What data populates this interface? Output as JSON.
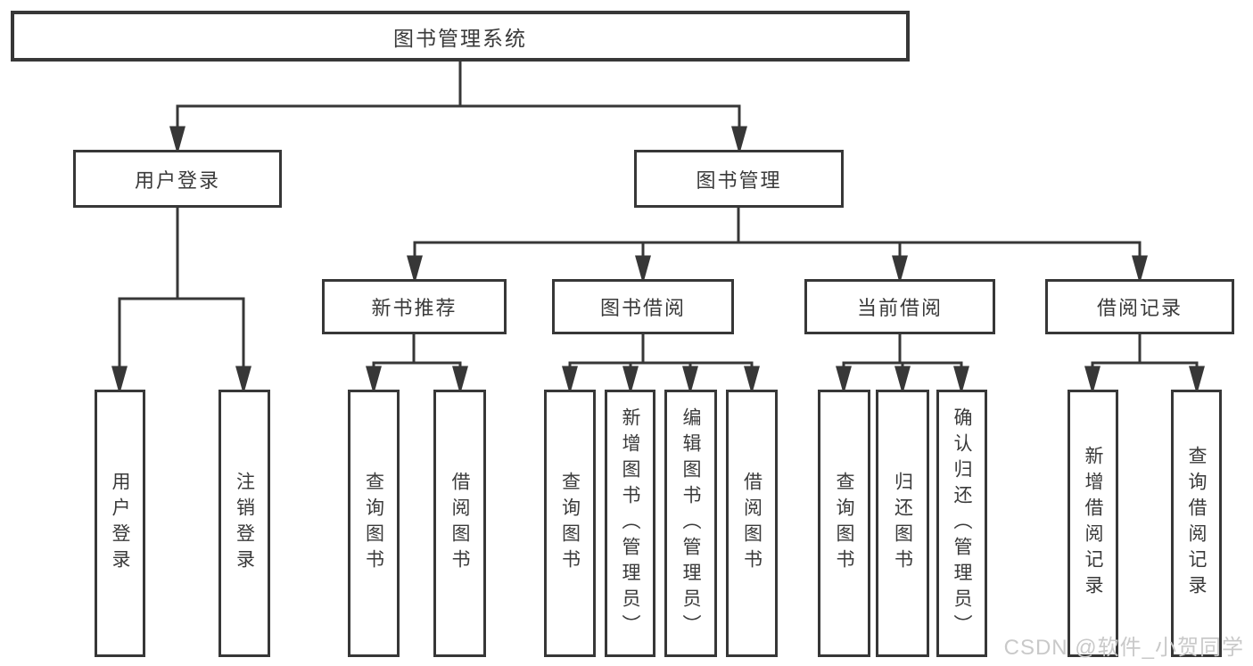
{
  "diagram": {
    "root": {
      "label": "图书管理系统"
    },
    "user_login": {
      "label": "用户登录",
      "children": [
        {
          "label": "用户登录"
        },
        {
          "label": "注销登录"
        }
      ]
    },
    "book_management": {
      "label": "图书管理",
      "sections": [
        {
          "label": "新书推荐",
          "children": [
            {
              "label": "查询图书"
            },
            {
              "label": "借阅图书"
            }
          ]
        },
        {
          "label": "图书借阅",
          "children": [
            {
              "label": "查询图书"
            },
            {
              "label": "新增图书（管理员）"
            },
            {
              "label": "编辑图书（管理员）"
            },
            {
              "label": "借阅图书"
            }
          ]
        },
        {
          "label": "当前借阅",
          "children": [
            {
              "label": "查询图书"
            },
            {
              "label": "归还图书"
            },
            {
              "label": "确认归还（管理员）"
            }
          ]
        },
        {
          "label": "借阅记录",
          "children": [
            {
              "label": "新增借阅记录"
            },
            {
              "label": "查询借阅记录"
            }
          ]
        }
      ]
    }
  },
  "watermark": {
    "text": "CSDN @软件_小贺同学",
    "color": "#c9c9c9"
  },
  "colors": {
    "line": "#373737",
    "box_border": "#373737",
    "box_fill": "#ffffff",
    "text": "#3a3a3a",
    "background": "#ffffff"
  }
}
